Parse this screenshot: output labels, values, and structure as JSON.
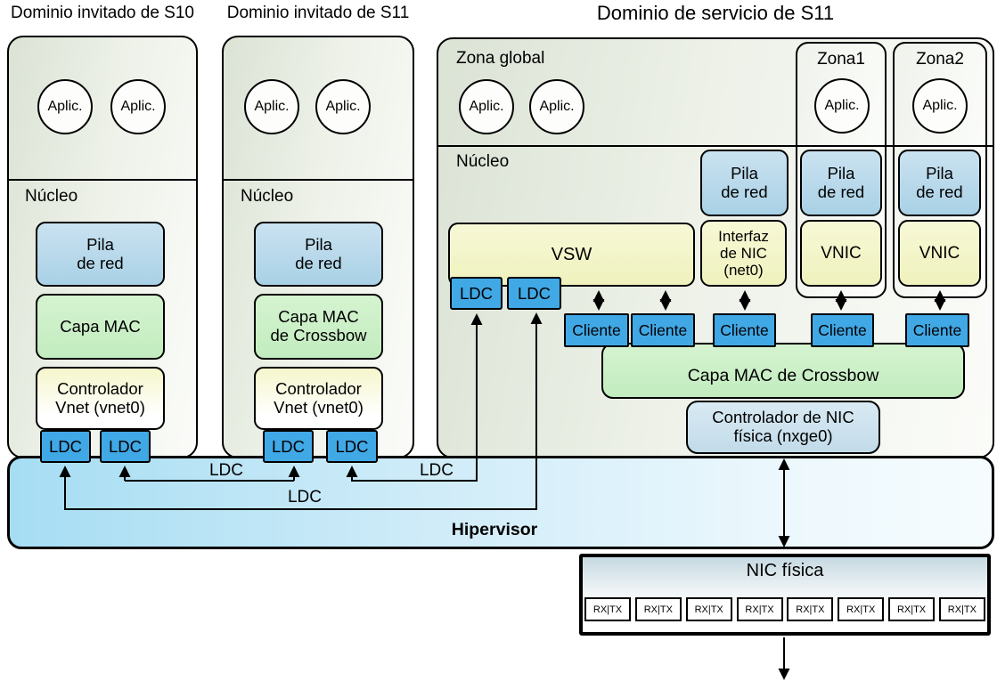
{
  "headers": {
    "guest_s10": "Dominio invitado de S10",
    "guest_s11": "Dominio invitado de S11",
    "service_s11": "Dominio de servicio de S11"
  },
  "common": {
    "aplic": "Aplic.",
    "nucleo": "Núcleo",
    "pila_de_red": "Pila\nde red",
    "ldc": "LDC",
    "cliente": "Cliente",
    "vnic": "VNIC"
  },
  "guest_s10": {
    "capa_mac": "Capa MAC",
    "controlador_vnet": "Controlador\nVnet (vnet0)"
  },
  "guest_s11": {
    "capa_mac": "Capa MAC\nde Crossbow",
    "controlador_vnet": "Controlador\nVnet (vnet0)"
  },
  "service": {
    "zona_global": "Zona global",
    "zona1": "Zona1",
    "zona2": "Zona2",
    "vsw": "VSW",
    "interfaz_nic": "Interfaz\nde NIC\n(net0)",
    "capa_mac_crossbow": "Capa MAC de Crossbow",
    "controlador_nic": "Controlador de NIC\nfísica (nxge0)"
  },
  "hypervisor": {
    "label": "Hipervisor",
    "link_labels": [
      "LDC",
      "LDC",
      "LDC"
    ]
  },
  "nic": {
    "title": "NIC física",
    "cells": [
      "RX|TX",
      "RX|TX",
      "RX|TX",
      "RX|TX",
      "RX|TX",
      "RX|TX",
      "RX|TX",
      "RX|TX"
    ]
  },
  "colors": {
    "panel_green": "#e4eadf",
    "box_blue": "#b3d7e9",
    "box_green": "#c8efc5",
    "box_yellow": "#f4f5c9",
    "ldc_blue": "#41a8e6",
    "hypervisor_blue": "#a6ddf3",
    "nic_gray_blue": "#c6d9e1",
    "border": "#000000"
  }
}
